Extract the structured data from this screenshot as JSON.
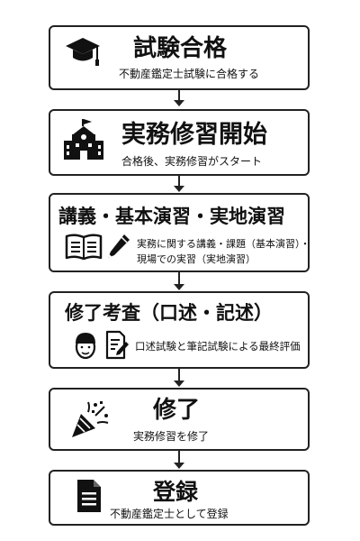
{
  "steps": [
    {
      "title": "試験合格",
      "subtitle": "不動産鑑定士試験に合格する",
      "icon": "graduation-cap-icon"
    },
    {
      "title": "実務修習開始",
      "subtitle": "合格後、実務修習がスタート",
      "icon": "school-building-icon"
    },
    {
      "title": "講義・基本演習・実地演習",
      "subtitle_lines": [
        "実務に関する講義・課題（基本演習）・",
        "現場での実習（実地演習）"
      ],
      "icons": [
        "open-book-icon",
        "pencil-icon"
      ]
    },
    {
      "title": "修了考査（口述・記述）",
      "subtitle": "口述試験と筆記試験による最終評価",
      "icons": [
        "person-face-icon",
        "document-pen-icon"
      ]
    },
    {
      "title": "修了",
      "subtitle": "実務修習を修了",
      "icon": "party-popper-icon"
    },
    {
      "title": "登録",
      "subtitle": "不動産鑑定士として登録",
      "icon": "document-icon"
    }
  ]
}
